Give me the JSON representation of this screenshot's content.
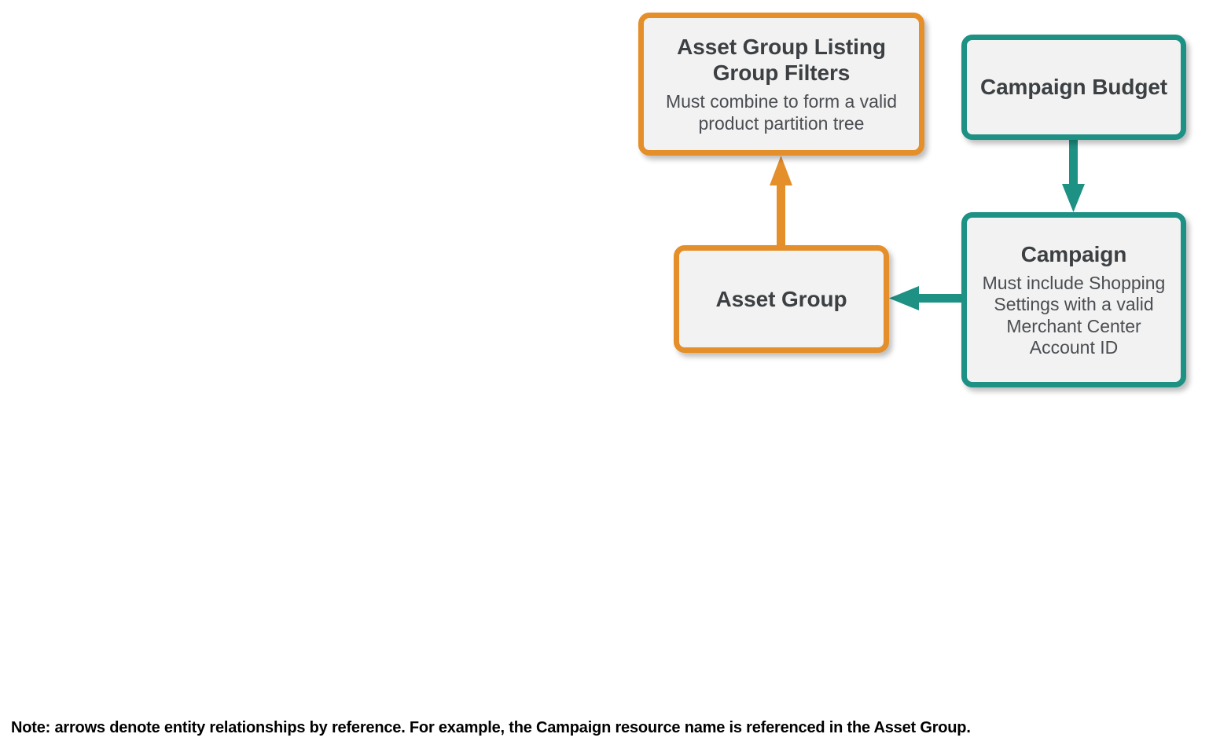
{
  "diagram": {
    "background_color": "#ffffff",
    "palette": {
      "orange": "#e58f2a",
      "teal": "#1d9184",
      "node_fill": "#f2f2f2",
      "title_text": "#3c4043",
      "subtitle_text": "#4a4d51",
      "note_text": "#000000"
    },
    "nodes": [
      {
        "id": "asset-group-listing-group-filters",
        "title": "Asset Group Listing Group Filters",
        "subtitle": "Must combine to form a valid product partition tree",
        "color": "orange"
      },
      {
        "id": "campaign-budget",
        "title": "Campaign Budget",
        "subtitle": "",
        "color": "teal"
      },
      {
        "id": "asset-group",
        "title": "Asset Group",
        "subtitle": "",
        "color": "orange"
      },
      {
        "id": "campaign",
        "title": "Campaign",
        "subtitle": "Must include Shopping Settings with a valid Merchant Center Account ID",
        "color": "teal"
      }
    ],
    "edges": [
      {
        "id": "asset-group-to-listing-group-filters",
        "from": "asset-group",
        "to": "asset-group-listing-group-filters",
        "direction": "up",
        "color": "orange"
      },
      {
        "id": "campaign-budget-to-campaign",
        "from": "campaign-budget",
        "to": "campaign",
        "direction": "down",
        "color": "teal"
      },
      {
        "id": "campaign-to-asset-group",
        "from": "campaign",
        "to": "asset-group",
        "direction": "left",
        "color": "teal"
      }
    ],
    "note": "Note: arrows denote entity relationships by reference. For example, the Campaign resource name is referenced in the Asset Group."
  }
}
